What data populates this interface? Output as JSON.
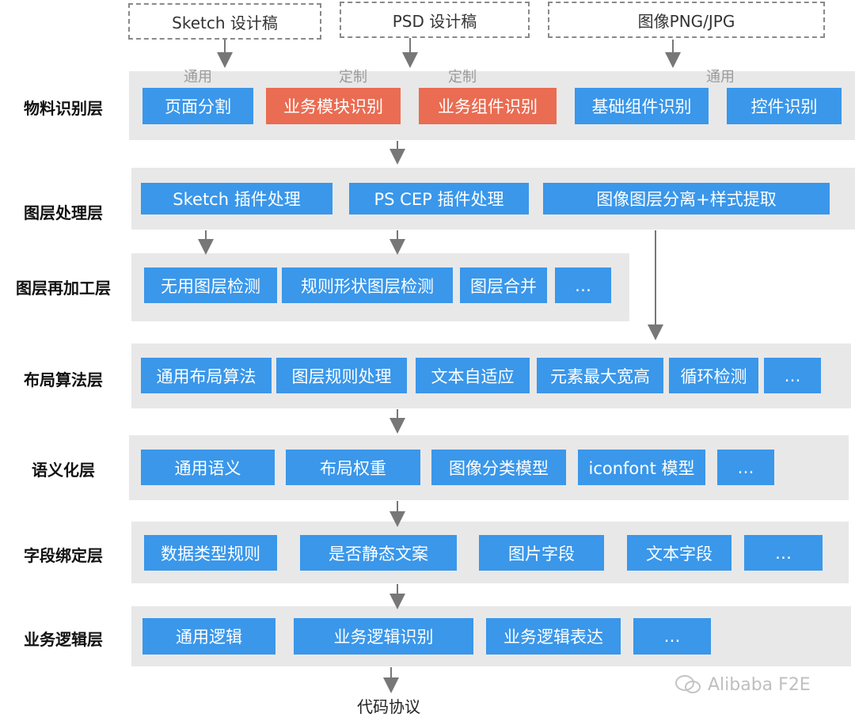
{
  "sources": {
    "sketch": "Sketch 设计稿",
    "psd": "PSD 设计稿",
    "image": "图像PNG/JPG"
  },
  "tags": {
    "general_1": "通用",
    "custom_1": "定制",
    "custom_2": "定制",
    "general_2": "通用"
  },
  "layers": {
    "material": {
      "label": "物料识别层",
      "items": [
        "页面分割",
        "业务模块识别",
        "业务组件识别",
        "基础组件识别",
        "控件识别"
      ]
    },
    "layer_process": {
      "label": "图层处理层",
      "items": [
        "Sketch 插件处理",
        "PS CEP 插件处理",
        "图像图层分离+样式提取"
      ]
    },
    "reprocess": {
      "label": "图层再加工层",
      "items": [
        "无用图层检测",
        "规则形状图层检测",
        "图层合并",
        "…"
      ]
    },
    "layout_algo": {
      "label": "布局算法层",
      "items": [
        "通用布局算法",
        "图层规则处理",
        "文本自适应",
        "元素最大宽高",
        "循环检测",
        "…"
      ]
    },
    "semantic": {
      "label": "语义化层",
      "items": [
        "通用语义",
        "布局权重",
        "图像分类模型",
        "iconfont 模型",
        "…"
      ]
    },
    "field_binding": {
      "label": "字段绑定层",
      "items": [
        "数据类型规则",
        "是否静态文案",
        "图片字段",
        "文本字段",
        "…"
      ]
    },
    "business_logic": {
      "label": "业务逻辑层",
      "items": [
        "通用逻辑",
        "业务逻辑识别",
        "业务逻辑表达",
        "…"
      ]
    }
  },
  "output": "代码协议",
  "watermark": "Alibaba F2E",
  "colors": {
    "box_blue": "#3a97ea",
    "box_red": "#ea6c52",
    "band_gray": "#e8e8e8"
  }
}
